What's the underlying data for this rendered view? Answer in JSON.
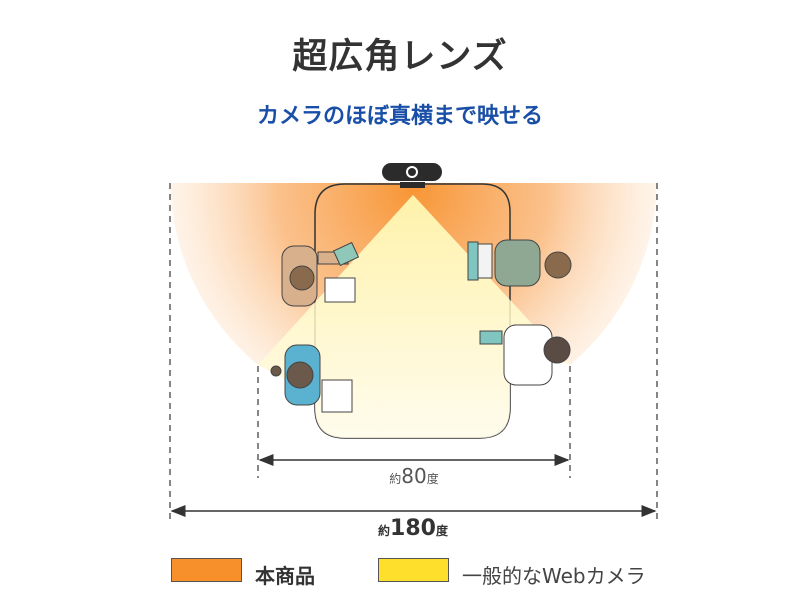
{
  "header": {
    "title": "超広角レンズ",
    "subtitle": "カメラのほぼ真横まで映せる"
  },
  "angles": {
    "general": {
      "prefix": "約",
      "value": "80",
      "unit": "度"
    },
    "product": {
      "prefix": "約",
      "value": "180",
      "unit": "度"
    }
  },
  "legend": [
    {
      "label": "本商品",
      "color": "#f7902a"
    },
    {
      "label": "一般的なWebカメラ",
      "color": "#fedf2c"
    }
  ],
  "colors": {
    "subtitle": "#1a4fa8",
    "wide": "#f7902a",
    "narrow": "#fff3a8"
  }
}
